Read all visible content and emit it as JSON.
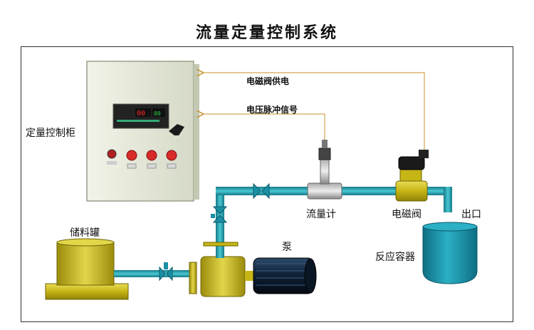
{
  "title": "流量定量控制系统",
  "labels": {
    "cabinet": "定量控制柜",
    "valve_power": "电磁阀供电",
    "pulse_signal": "电压脉冲信号",
    "flowmeter": "流量计",
    "solenoid_valve": "电磁阀",
    "outlet": "出口",
    "tank": "储料罐",
    "pump": "泵",
    "reactor": "反应容器"
  },
  "display": {
    "reading_left": "00",
    "reading_right": "00"
  },
  "colors": {
    "pipe": "#2aa7b5",
    "pipe_dark": "#167a86",
    "yellow": "#d4c320",
    "reactor": "#1a8fa5",
    "cabinet": "#e9ecde",
    "button_red": "#d92a2a",
    "arrow": "#c8922b"
  }
}
